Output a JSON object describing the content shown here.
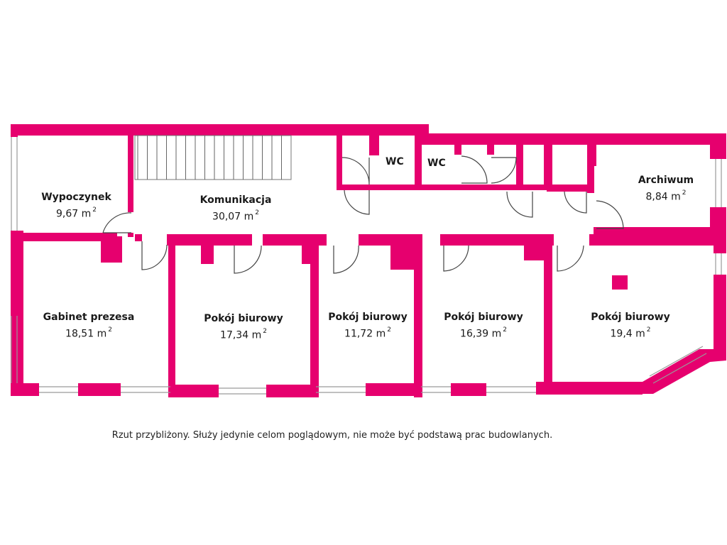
{
  "floorplan": {
    "wall_color": "#e6006e",
    "rooms": [
      {
        "id": "wypoczynek",
        "name": "Wypoczynek",
        "area": "9,67 m",
        "unit_exp": "2"
      },
      {
        "id": "komunikacja",
        "name": "Komunikacja",
        "area": "30,07 m",
        "unit_exp": "2"
      },
      {
        "id": "wc1",
        "name": "WC"
      },
      {
        "id": "wc2",
        "name": "WC"
      },
      {
        "id": "archiwum",
        "name": "Archiwum",
        "area": "8,84 m",
        "unit_exp": "2"
      },
      {
        "id": "gabinet",
        "name": "Gabinet prezesa",
        "area": "18,51 m",
        "unit_exp": "2"
      },
      {
        "id": "pokoj1",
        "name": "Pokój biurowy",
        "area": "17,34 m",
        "unit_exp": "2"
      },
      {
        "id": "pokoj2",
        "name": "Pokój biurowy",
        "area": "11,72 m",
        "unit_exp": "2"
      },
      {
        "id": "pokoj3",
        "name": "Pokój biurowy",
        "area": "16,39 m",
        "unit_exp": "2"
      },
      {
        "id": "pokoj4",
        "name": "Pokój biurowy",
        "area": "19,4 m",
        "unit_exp": "2"
      }
    ],
    "disclaimer": "Rzut przybliżony. Służy jedynie celom poglądowym, nie może być podstawą prac budowlanych."
  }
}
